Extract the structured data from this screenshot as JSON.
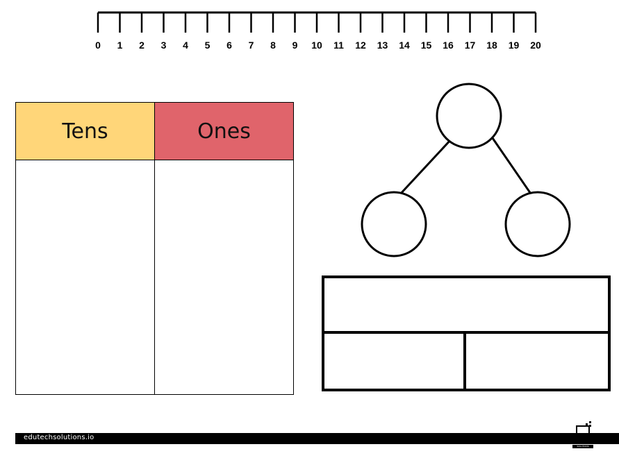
{
  "number_line": {
    "labels": [
      "0",
      "1",
      "2",
      "3",
      "4",
      "5",
      "6",
      "7",
      "8",
      "9",
      "10",
      "11",
      "12",
      "13",
      "14",
      "15",
      "16",
      "17",
      "18",
      "19",
      "20"
    ]
  },
  "place_value_chart": {
    "tens_label": "Tens",
    "ones_label": "Ones",
    "tens_color": "#ffd679",
    "ones_color": "#e0646b"
  },
  "footer": {
    "url": "edutechsolutions.io",
    "logo_text": "EDUTECH",
    "logo_sub": "SOLUTIONS"
  }
}
